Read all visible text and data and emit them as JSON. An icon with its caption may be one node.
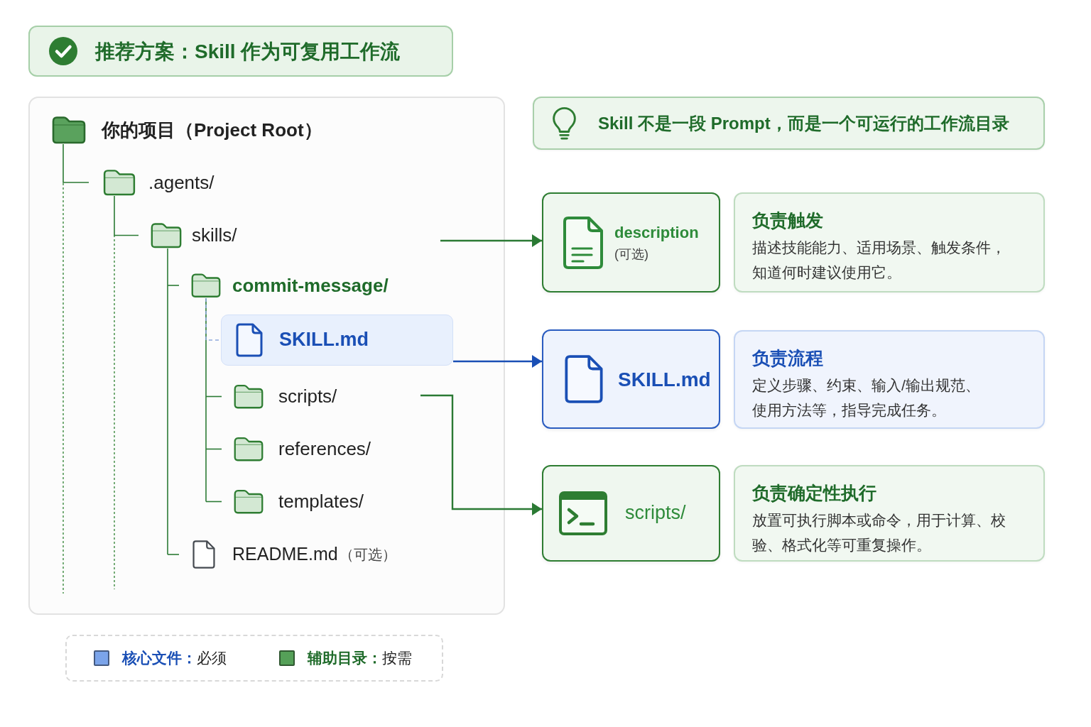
{
  "diagram": {
    "title": "推荐方案：Skill 作为可复用工作流",
    "nodes": [
      {
        "text": [],
        "shape": "box"
      },
      {
        "text": [
          "你的项目（Project Root）"
        ],
        "in": 0
      },
      {
        "text": [
          ".agents/"
        ],
        "in": 0
      },
      {
        "text": [
          "skills/"
        ],
        "in": 0
      },
      {
        "text": [
          "commit-message/"
        ],
        "in": 0
      },
      {
        "text": [
          "SKILL.md"
        ],
        "in": 0
      },
      {
        "text": [
          "scripts/"
        ],
        "in": 0
      },
      {
        "text": [
          "references/"
        ],
        "in": 0
      },
      {
        "text": [
          "templates/"
        ],
        "in": 0
      },
      {
        "text": [
          "README.md",
          "（可选）"
        ],
        "in": 0
      },
      {
        "text": [
          "Skill 不是一段 Prompt，而是一个可运行的工作流目录"
        ]
      },
      {
        "text": [
          "description",
          "(可选)"
        ]
      },
      {
        "text": [
          "负责触发",
          "描述技能能力、适用场景、触发条件，知道何时建议使用它。"
        ]
      },
      {
        "text": [
          "SKILL.md"
        ]
      },
      {
        "text": [
          "负责流程",
          "定义步骤、约束、输入/输出规范、使用方法等，指导完成任务。"
        ]
      },
      {
        "text": [
          "scripts/"
        ]
      },
      {
        "text": [
          "负责确定性执行",
          "放置可执行脚本或命令，用于计算、校验、格式化等可重复操作。"
        ]
      }
    ],
    "edges": [
      {
        "from": 1,
        "to": 2,
        "arrow": "none"
      },
      {
        "from": 2,
        "to": 3,
        "arrow": "none"
      },
      {
        "from": 3,
        "to": 4,
        "arrow": "none"
      },
      {
        "from": 4,
        "to": 5,
        "arrow": "none",
        "style": "dashed",
        "color": "#8fa9dc"
      },
      {
        "from": 4,
        "to": 6,
        "arrow": "none"
      },
      {
        "from": 4,
        "to": 7,
        "arrow": "none"
      },
      {
        "from": 4,
        "to": 8,
        "arrow": "none"
      },
      {
        "from": 3,
        "to": 9,
        "arrow": "none"
      },
      {
        "from": null,
        "to": 11,
        "arrow": "to"
      },
      {
        "from": 5,
        "to": 13,
        "arrow": "to",
        "color": "#1a4fb5"
      },
      {
        "from": null,
        "to": 15,
        "arrow": "to"
      }
    ],
    "legend": [
      {
        "text": "**核心文件：**必须",
        "color": "#7ba4ea"
      },
      {
        "text": "**辅助目录：**按需",
        "color": "#55a058"
      }
    ]
  }
}
